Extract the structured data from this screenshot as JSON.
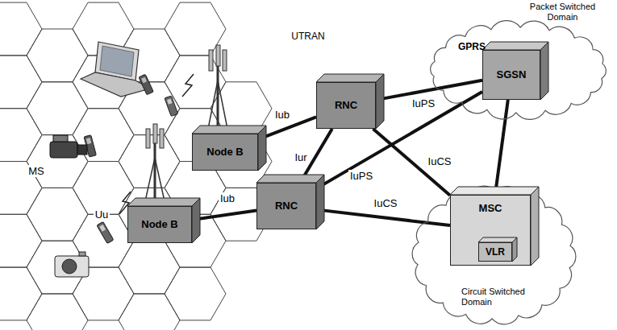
{
  "diagram": {
    "nodes": [
      {
        "text": [
          "Node B"
        ]
      },
      {
        "text": [
          "Node B"
        ]
      },
      {
        "text": [
          "RNC"
        ]
      },
      {
        "text": [
          "RNC"
        ]
      },
      {
        "text": [
          "Packet Switched Domain",
          "GPRS"
        ]
      },
      {
        "text": [
          "SGSN"
        ],
        "in": 4
      },
      {
        "text": [
          "Circuit Switched Domain"
        ]
      },
      {
        "text": [
          "MSC"
        ],
        "in": 6
      },
      {
        "text": [
          "VLR"
        ],
        "in": 7
      }
    ],
    "edges": [
      {
        "from": 0,
        "to": 2,
        "arrow": "none",
        "label": "Iub"
      },
      {
        "from": 1,
        "to": 3,
        "arrow": "none",
        "label": "Iub"
      },
      {
        "from": 2,
        "to": 3,
        "arrow": "none",
        "label": "Iur"
      },
      {
        "from": 2,
        "to": 5,
        "arrow": "none",
        "label": "IuPS"
      },
      {
        "from": 2,
        "to": 7,
        "arrow": "none",
        "label": "IuCS"
      },
      {
        "from": 3,
        "to": 5,
        "arrow": "none",
        "label": "IuPS"
      },
      {
        "from": 3,
        "to": 7,
        "arrow": "none",
        "label": "IuCS"
      },
      {
        "from": 5,
        "to": 7,
        "arrow": "none"
      }
    ],
    "labels": [
      "UTRAN",
      "MS",
      "Uu"
    ]
  }
}
